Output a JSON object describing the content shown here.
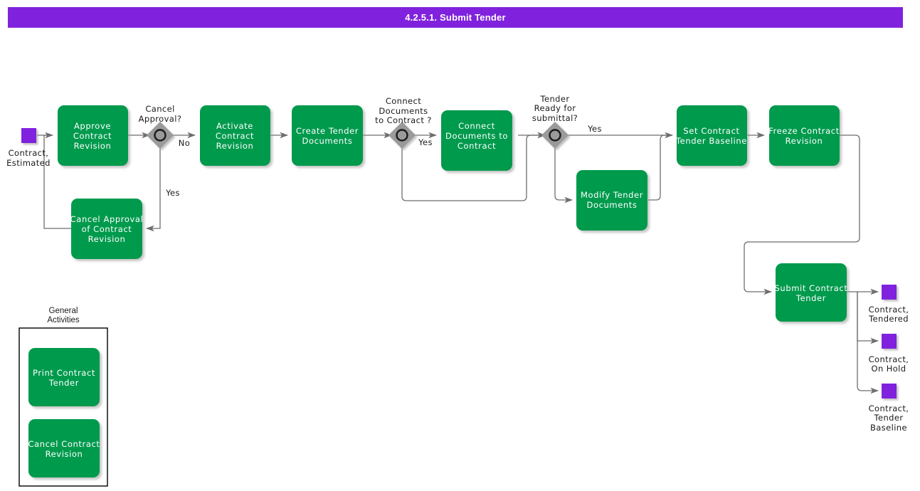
{
  "header": {
    "title": "4.2.5.1. Submit Tender",
    "bar_color": "#8022dd",
    "text_color": "#ffffff"
  },
  "theme": {
    "activity_fill": "#029a4e",
    "activity_text": "#ffffff",
    "event_fill": "#8022dd",
    "gateway_fill": "#9a9a9a",
    "gateway_ring": "#1a1a1a",
    "connector": "#6e6e6e",
    "label_text": "#1a1a1a",
    "group_border": "#000000",
    "background": "#ffffff"
  },
  "diagram": {
    "type": "flowchart",
    "start_events": [
      {
        "id": "contract-estimated",
        "label": "Contract,\nEstimated",
        "label_line1": "Contract,",
        "label_line2": "Estimated"
      }
    ],
    "activities": [
      {
        "id": "approve-contract-revision",
        "label": "Approve Contract Revision",
        "lines": [
          "Approve",
          "Contract",
          "Revision"
        ]
      },
      {
        "id": "cancel-approval-of-contract-revision",
        "label": "Cancel Approval of Contract Revision",
        "lines": [
          "Cancel Approval",
          "of Contract",
          "Revision"
        ]
      },
      {
        "id": "activate-contract-revision",
        "label": "Activate Contract Revision",
        "lines": [
          "Activate",
          "Contract",
          "Revision"
        ]
      },
      {
        "id": "create-tender-documents",
        "label": "Create Tender Documents",
        "lines": [
          "Create Tender",
          "Documents"
        ]
      },
      {
        "id": "connect-documents-to-contract",
        "label": "Connect Documents to Contract",
        "lines": [
          "Connect",
          "Documents to",
          "Contract"
        ]
      },
      {
        "id": "modify-tender-documents",
        "label": "Modify Tender Documents",
        "lines": [
          "Modify Tender",
          "Documents"
        ]
      },
      {
        "id": "set-contract-tender-baseline",
        "label": "Set Contract Tender Baseline",
        "lines": [
          "Set Contract",
          "Tender Baseline"
        ]
      },
      {
        "id": "freeze-contract-revision",
        "label": "Freeze Contract Revision",
        "lines": [
          "Freeze Contract",
          "Revision"
        ]
      },
      {
        "id": "submit-contract-tender",
        "label": "Submit Contract Tender",
        "lines": [
          "Submit Contract",
          "Tender"
        ]
      },
      {
        "id": "print-contract-tender",
        "label": "Print Contract Tender",
        "lines": [
          "Print Contract",
          "Tender"
        ]
      },
      {
        "id": "cancel-contract-revision",
        "label": "Cancel Contract Revision",
        "lines": [
          "Cancel Contract",
          "Revision"
        ]
      }
    ],
    "gateways": [
      {
        "id": "cancel-approval",
        "label": "Cancel Approval?",
        "lines": [
          "Cancel",
          "Approval?"
        ]
      },
      {
        "id": "connect-documents-to-contract-q",
        "label": "Connect Documents to Contract ?",
        "lines": [
          "Connect",
          "Documents",
          "to Contract ?"
        ]
      },
      {
        "id": "tender-ready-for-submittal",
        "label": "Tender Ready for submittal?",
        "lines": [
          "Tender",
          "Ready for",
          "submittal?"
        ]
      }
    ],
    "end_events": [
      {
        "id": "contract-tendered",
        "label": "Contract, Tendered",
        "lines": [
          "Contract,",
          "Tendered"
        ]
      },
      {
        "id": "contract-on-hold",
        "label": "Contract, On Hold",
        "lines": [
          "Contract,",
          "On Hold"
        ]
      },
      {
        "id": "contract-tender-baseline",
        "label": "Contract, Tender Baseline",
        "lines": [
          "Contract,",
          "Tender",
          "Baseline"
        ]
      }
    ],
    "edge_labels": [
      {
        "id": "cancel-approval-no",
        "text": "No"
      },
      {
        "id": "cancel-approval-yes",
        "text": "Yes"
      },
      {
        "id": "connect-documents-yes",
        "text": "Yes"
      },
      {
        "id": "tender-ready-yes",
        "text": "Yes"
      }
    ],
    "groups": [
      {
        "id": "general-activities",
        "lines": [
          "General",
          "Activities"
        ],
        "title": "General Activities",
        "members": [
          "print-contract-tender",
          "cancel-contract-revision"
        ]
      }
    ]
  }
}
